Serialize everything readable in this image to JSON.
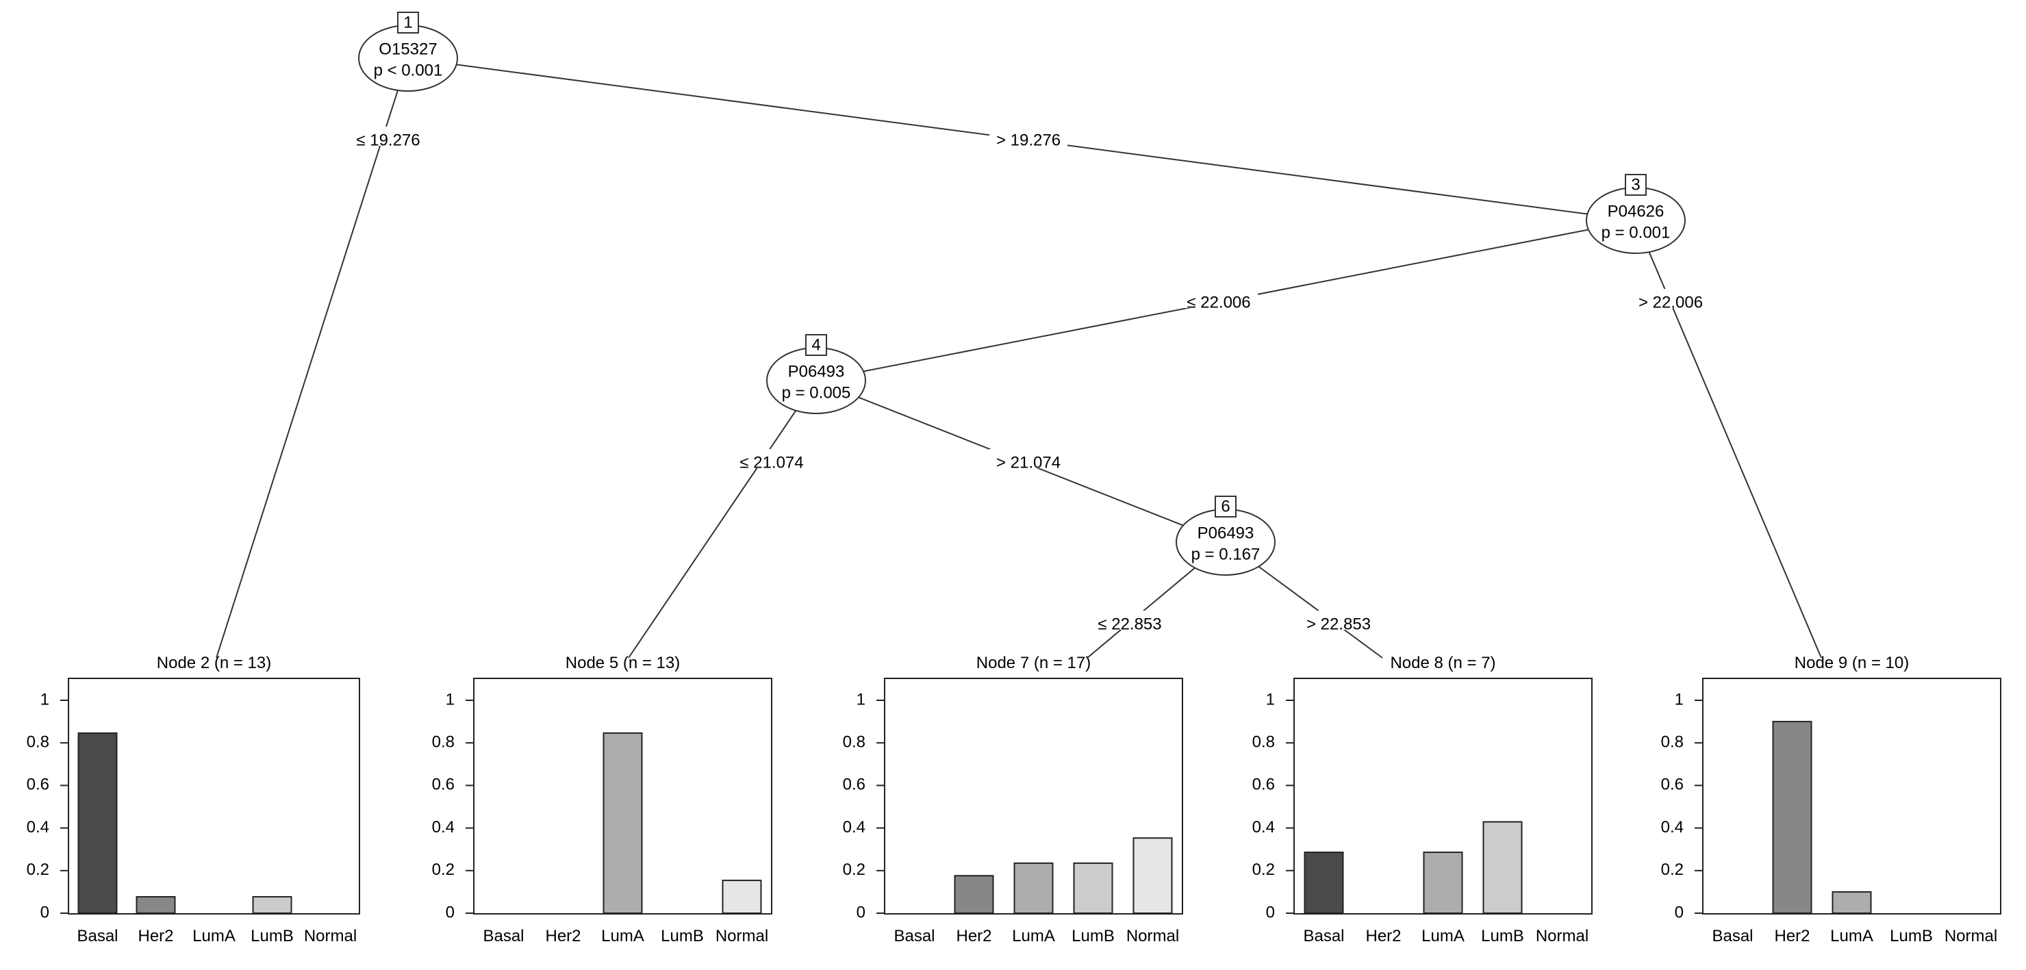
{
  "colors": {
    "Basal": "#4a4a4a",
    "Her2": "#878787",
    "LumA": "#adadad",
    "LumB": "#cccccc",
    "Normal": "#e6e6e6"
  },
  "inner_nodes": [
    {
      "id": "1",
      "variable": "O15327",
      "p": "p < 0.001"
    },
    {
      "id": "3",
      "variable": "P04626",
      "p": "p = 0.001"
    },
    {
      "id": "4",
      "variable": "P06493",
      "p": "p = 0.005"
    },
    {
      "id": "6",
      "variable": "P06493",
      "p": "p = 0.167"
    }
  ],
  "edges": [
    {
      "from": "1",
      "to": "2",
      "label": "≤ 19.276"
    },
    {
      "from": "1",
      "to": "3",
      "label": "> 19.276"
    },
    {
      "from": "3",
      "to": "4",
      "label": "≤ 22.006"
    },
    {
      "from": "3",
      "to": "9",
      "label": "> 22.006"
    },
    {
      "from": "4",
      "to": "5",
      "label": "≤ 21.074"
    },
    {
      "from": "4",
      "to": "6",
      "label": "> 21.074"
    },
    {
      "from": "6",
      "to": "7",
      "label": "≤ 22.853"
    },
    {
      "from": "6",
      "to": "8",
      "label": "> 22.853"
    }
  ],
  "chart_data": [
    {
      "type": "bar",
      "title": "Node 2 (n = 13)",
      "categories": [
        "Basal",
        "Her2",
        "LumA",
        "LumB",
        "Normal"
      ],
      "values": [
        0.846,
        0.077,
        0,
        0.077,
        0
      ],
      "ylim": [
        0,
        1
      ],
      "yticks": [
        "0",
        "0.2",
        "0.4",
        "0.6",
        "0.8",
        "1"
      ]
    },
    {
      "type": "bar",
      "title": "Node 5 (n = 13)",
      "categories": [
        "Basal",
        "Her2",
        "LumA",
        "LumB",
        "Normal"
      ],
      "values": [
        0,
        0,
        0.846,
        0,
        0.154
      ],
      "ylim": [
        0,
        1
      ],
      "yticks": [
        "0",
        "0.2",
        "0.4",
        "0.6",
        "0.8",
        "1"
      ]
    },
    {
      "type": "bar",
      "title": "Node 7 (n = 17)",
      "categories": [
        "Basal",
        "Her2",
        "LumA",
        "LumB",
        "Normal"
      ],
      "values": [
        0,
        0.176,
        0.235,
        0.235,
        0.353
      ],
      "ylim": [
        0,
        1
      ],
      "yticks": [
        "0",
        "0.2",
        "0.4",
        "0.6",
        "0.8",
        "1"
      ]
    },
    {
      "type": "bar",
      "title": "Node 8 (n = 7)",
      "categories": [
        "Basal",
        "Her2",
        "LumA",
        "LumB",
        "Normal"
      ],
      "values": [
        0.286,
        0,
        0.286,
        0.429,
        0
      ],
      "ylim": [
        0,
        1
      ],
      "yticks": [
        "0",
        "0.2",
        "0.4",
        "0.6",
        "0.8",
        "1"
      ]
    },
    {
      "type": "bar",
      "title": "Node 9 (n = 10)",
      "categories": [
        "Basal",
        "Her2",
        "LumA",
        "LumB",
        "Normal"
      ],
      "values": [
        0,
        0.9,
        0.1,
        0,
        0
      ],
      "ylim": [
        0,
        1
      ],
      "yticks": [
        "0",
        "0.2",
        "0.4",
        "0.6",
        "0.8",
        "1"
      ]
    }
  ]
}
